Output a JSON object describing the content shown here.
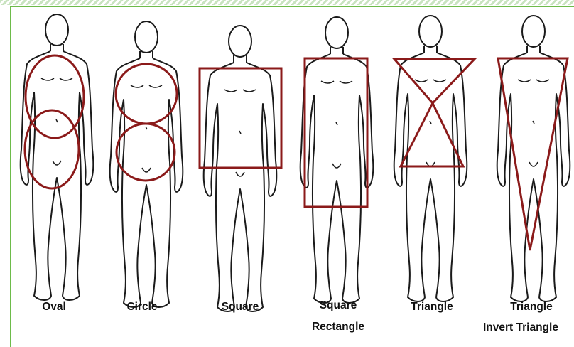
{
  "accent_color": "#8b1a1a",
  "frame_color": "#6dbb4a",
  "shapes": [
    {
      "id": "oval",
      "label": "Oval"
    },
    {
      "id": "circle",
      "label": "Circle"
    },
    {
      "id": "square",
      "label": "Square"
    },
    {
      "id": "rectangle",
      "label_line1": "Square",
      "label_line2": "Rectangle"
    },
    {
      "id": "triangle",
      "label": "Triangle"
    },
    {
      "id": "invert-triangle",
      "label_line1": "Triangle",
      "label_line2": "Invert Triangle"
    }
  ]
}
